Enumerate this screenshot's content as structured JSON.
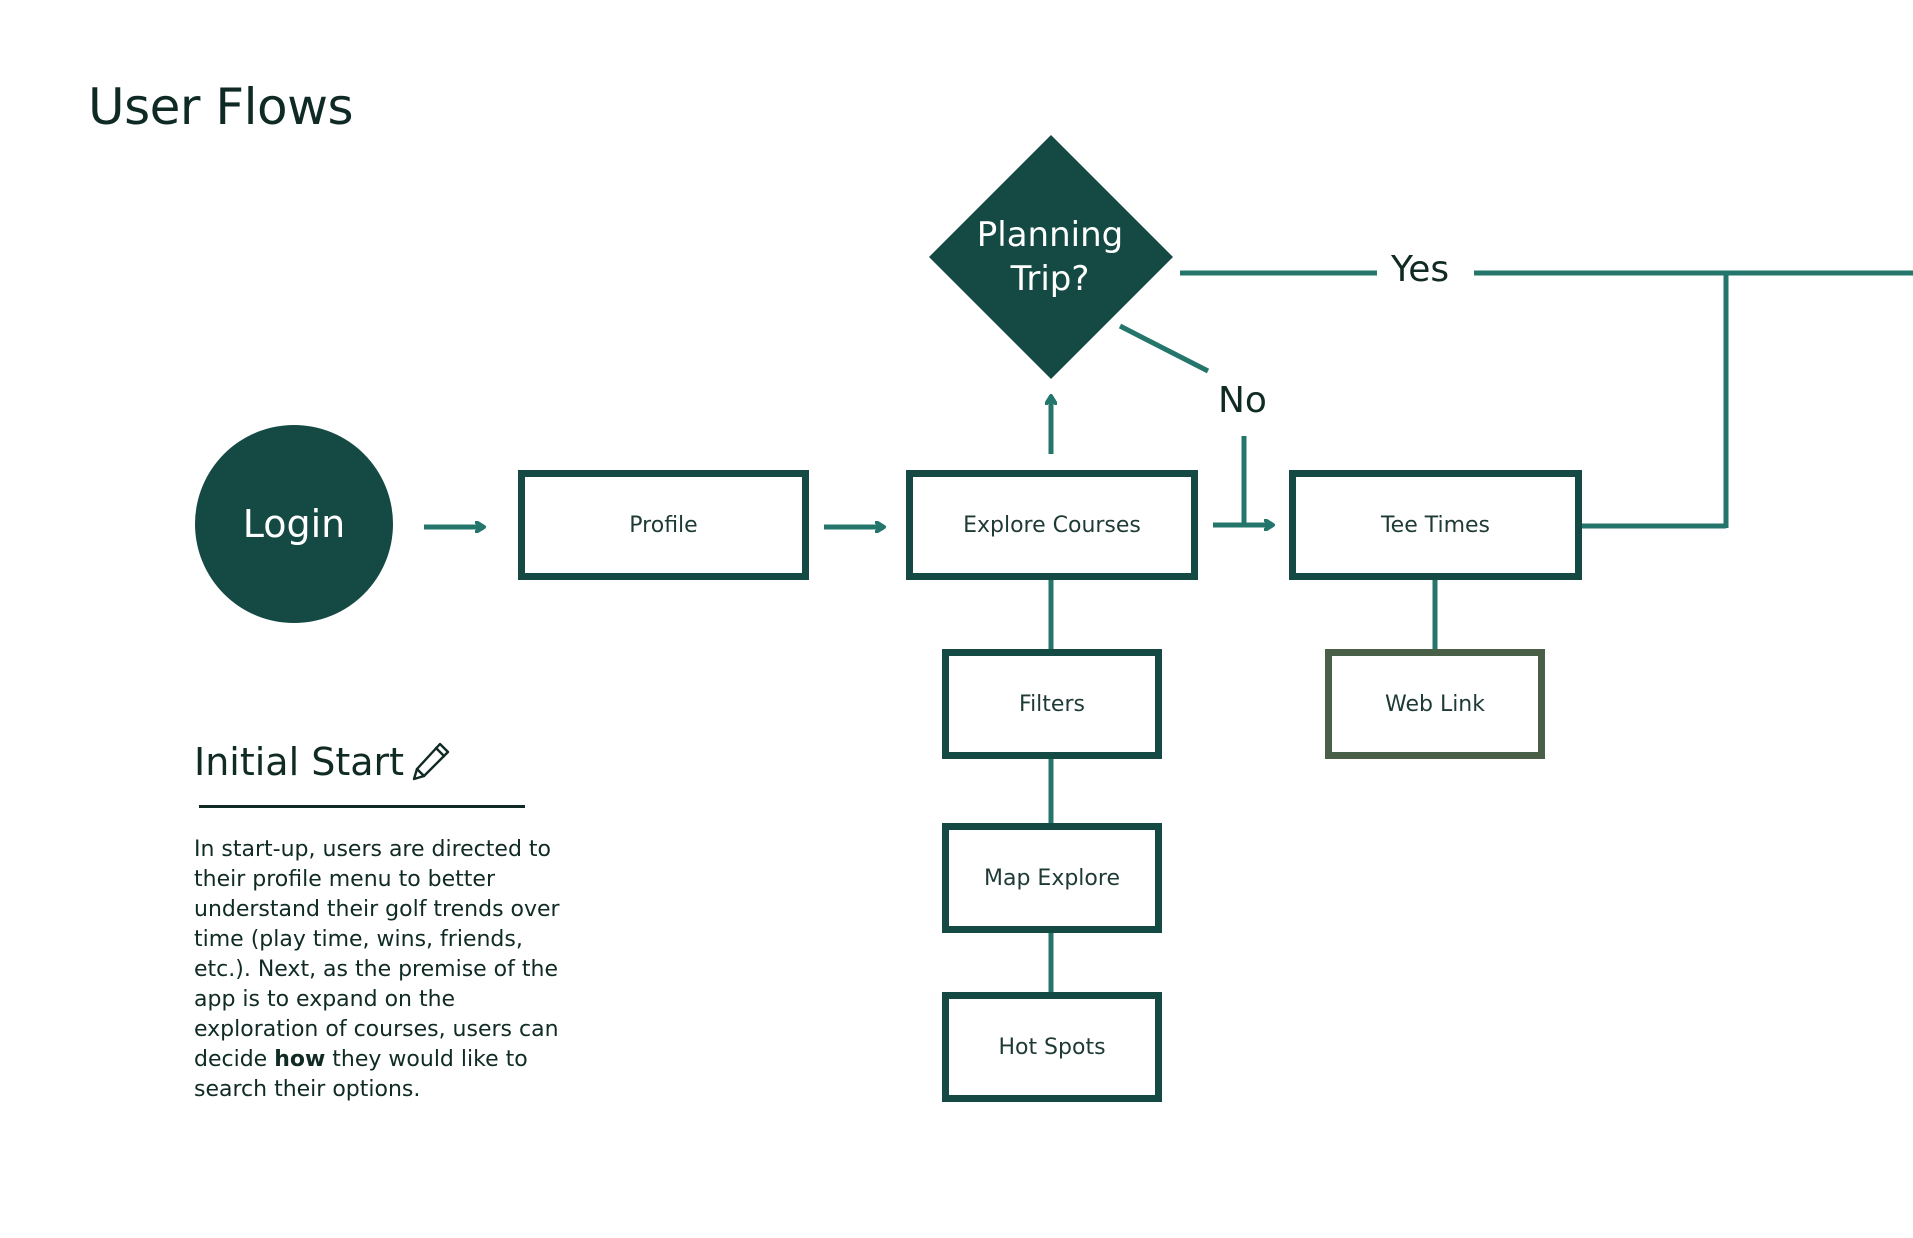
{
  "title": "User Flows",
  "nodes": {
    "login": "Login",
    "profile": "Profile",
    "explore_courses": "Explore Courses",
    "tee_times": "Tee Times",
    "filters": "Filters",
    "map_explore": "Map Explore",
    "hot_spots": "Hot Spots",
    "web_link": "Web Link",
    "decision_line1": "Planning",
    "decision_line2": "Trip?"
  },
  "edge_labels": {
    "yes": "Yes",
    "no": "No"
  },
  "section": {
    "heading": "Initial Start",
    "icon": "pencil-icon",
    "desc_part1": "In start-up, users are directed to their profile menu to better understand their golf trends over time (play time, wins, friends, etc.). Next, as the premise of the app is to expand on the exploration of courses, users can decide ",
    "desc_bold": "how",
    "desc_part2": " they would like to search their options."
  },
  "colors": {
    "primary_dark": "#154a44",
    "connector": "#24756b",
    "web_link_border": "#4a5f48",
    "text": "#102a24"
  }
}
